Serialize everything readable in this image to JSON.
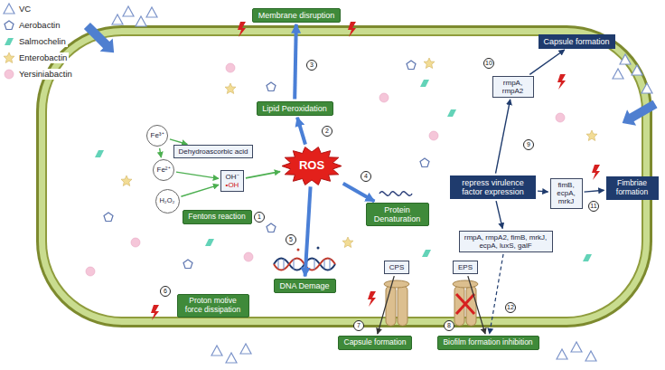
{
  "diagram": {
    "nodes": [
      {
        "text": [
          "Membrane disruption"
        ]
      },
      {
        "text": [
          "Lipid Peroxidation"
        ]
      },
      {
        "text": [
          "ROS"
        ]
      },
      {
        "text": [
          "Dehydroascorbic acid"
        ]
      },
      {
        "text": [
          "Fe³⁺"
        ]
      },
      {
        "text": [
          "Fe²⁺"
        ]
      },
      {
        "text": [
          "OH⁻",
          "•OH"
        ]
      },
      {
        "text": [
          "H₂O₂"
        ]
      },
      {
        "text": [
          "Fentons reaction"
        ]
      },
      {
        "text": [
          "Protein Denaturation"
        ]
      },
      {
        "text": [
          "DNA Demage"
        ]
      },
      {
        "text": [
          "Proton motive force dissipation"
        ]
      },
      {
        "text": [
          "Capsule formation"
        ]
      },
      {
        "text": [
          "Biofilm formation inhibition"
        ]
      },
      {
        "text": [
          "Capsule formation"
        ]
      },
      {
        "text": [
          "rmpA, rmpA2"
        ]
      },
      {
        "text": [
          "repress virulence factor expression"
        ]
      },
      {
        "text": [
          "fimB, ecpA, mrkJ"
        ]
      },
      {
        "text": [
          "Fimbriae formation"
        ]
      },
      {
        "text": [
          "rmpA, rmpA2, fimB, mrkJ, ecpA, luxS, galF"
        ]
      },
      {
        "text": [
          "CPS"
        ]
      },
      {
        "text": [
          "EPS"
        ]
      }
    ],
    "edges": [
      {
        "from": 4,
        "to": 3,
        "arrow": "to"
      },
      {
        "from": 4,
        "to": 5,
        "arrow": "to"
      },
      {
        "from": 5,
        "to": 6,
        "arrow": "to"
      },
      {
        "from": 7,
        "to": 6,
        "arrow": "to"
      },
      {
        "from": 6,
        "to": 2,
        "arrow": "to"
      },
      {
        "from": 2,
        "to": 1,
        "arrow": "to"
      },
      {
        "from": 1,
        "to": 0,
        "arrow": "to"
      },
      {
        "from": 2,
        "to": 9,
        "arrow": "to"
      },
      {
        "from": 2,
        "to": 10,
        "arrow": "to"
      },
      {
        "from": 16,
        "to": 15,
        "arrow": "to"
      },
      {
        "from": 15,
        "to": 14,
        "arrow": "to"
      },
      {
        "from": 16,
        "to": 17,
        "arrow": "to"
      },
      {
        "from": 17,
        "to": 18,
        "arrow": "to"
      },
      {
        "from": 16,
        "to": 19,
        "arrow": "to"
      },
      {
        "from": 19,
        "to": 13,
        "arrow": "to"
      },
      {
        "from": 20,
        "to": 12,
        "arrow": "to"
      },
      {
        "from": 21,
        "to": 13,
        "arrow": "to"
      }
    ],
    "labels": [
      "3",
      "2",
      "1",
      "4",
      "5",
      "6",
      "7",
      "8",
      "9",
      "10",
      "11",
      "12"
    ],
    "legend": [
      {
        "text": "VC"
      },
      {
        "text": "Aerobactin"
      },
      {
        "text": "Salmochelin"
      },
      {
        "text": "Enterobactin"
      },
      {
        "text": "Yersiniabactin"
      }
    ]
  }
}
